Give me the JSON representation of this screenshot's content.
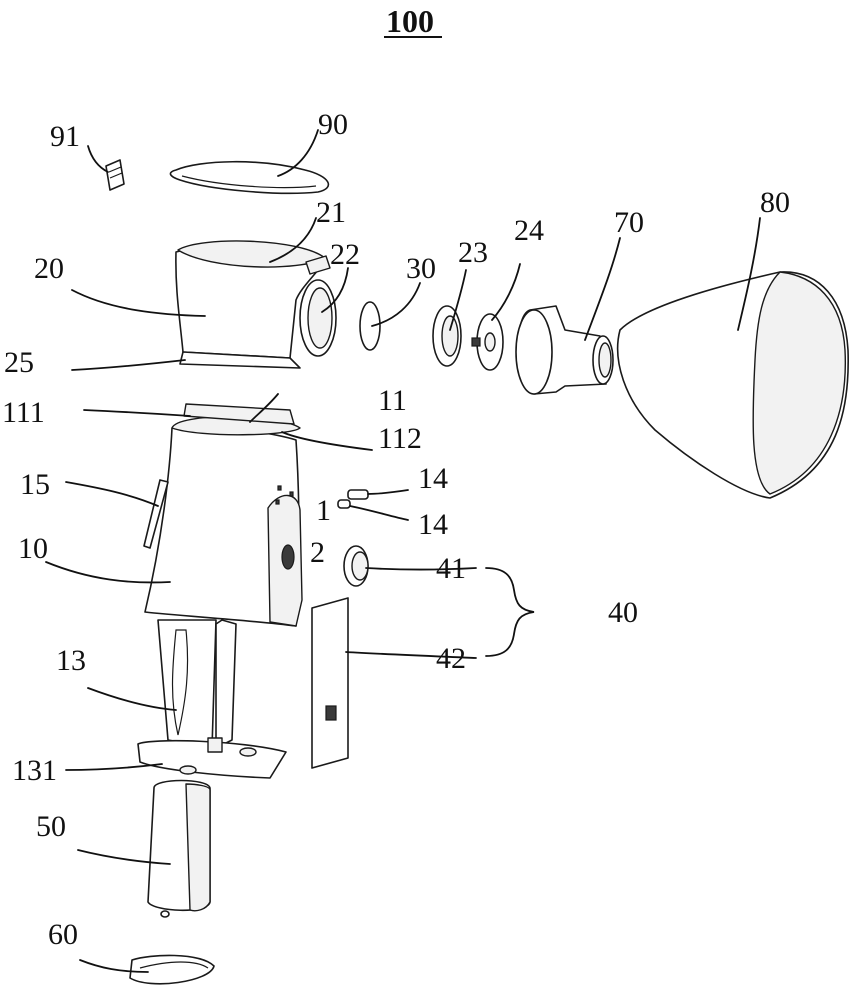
{
  "figure": {
    "title": "100",
    "labels": {
      "l91": "91",
      "l90": "90",
      "l21": "21",
      "l22": "22",
      "l20": "20",
      "l30": "30",
      "l23": "23",
      "l24": "24",
      "l70": "70",
      "l80": "80",
      "l25": "25",
      "l111": "111",
      "l11": "11",
      "l112": "112",
      "l14a": "14",
      "l1": "1",
      "l14b": "14",
      "l15": "15",
      "l10": "10",
      "l2": "2",
      "l41": "41",
      "l40": "40",
      "l42": "42",
      "l13": "13",
      "l131": "131",
      "l50": "50",
      "l60": "60"
    }
  }
}
